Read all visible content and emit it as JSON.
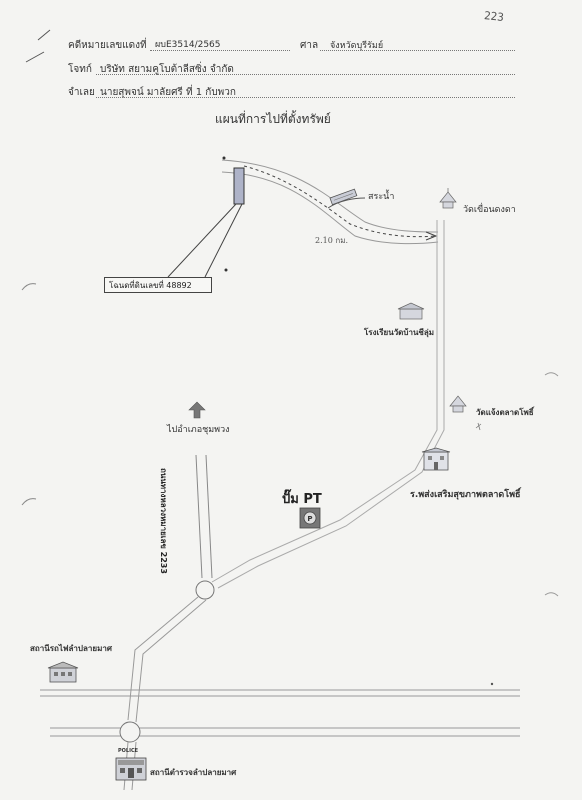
{
  "corner_note": "223",
  "header": {
    "case_label": "คดีหมายเลขแดงที่",
    "case_value": "ผบE3514/2565",
    "court_label": "ศาล",
    "court_value": "จังหวัดบุรีรัมย์",
    "plaintiff_label": "โจทก์",
    "plaintiff_value": "บริษัท สยามคูโบต้าลีสซิ่ง จำกัด",
    "defendant_label": "จำเลย",
    "defendant_value": "นายสุพจน์ มาลัยศรี ที่ 1 กับพวก"
  },
  "map": {
    "title": "แผนที่การไปที่ตั้งทรัพย์",
    "deed_label": "โฉนดที่ดินเลขที่ 48892",
    "pond_label": "สระน้ำ",
    "distance_label": "2.10 กม.",
    "temple1": "วัดเขื่อนดงดา",
    "school": "โรงเรียนวัดบ้านชีลุ่ม",
    "temple2": "วัดแจ้งตลาดโพธิ์",
    "hospital": "ร.พส่งเสริมสุขภาพตลาดโพธิ์",
    "direction_label": "ไปอำเภอชุมพวง",
    "road_name": "ถนนทางหลวงหมายเลข 2233",
    "gas_station": "ปั๊ม PT",
    "station": "สถานีรถไฟลำปลายมาศ",
    "police": "สถานีตำรวจลำปลายมาศ",
    "police_sign": "POLICE"
  }
}
